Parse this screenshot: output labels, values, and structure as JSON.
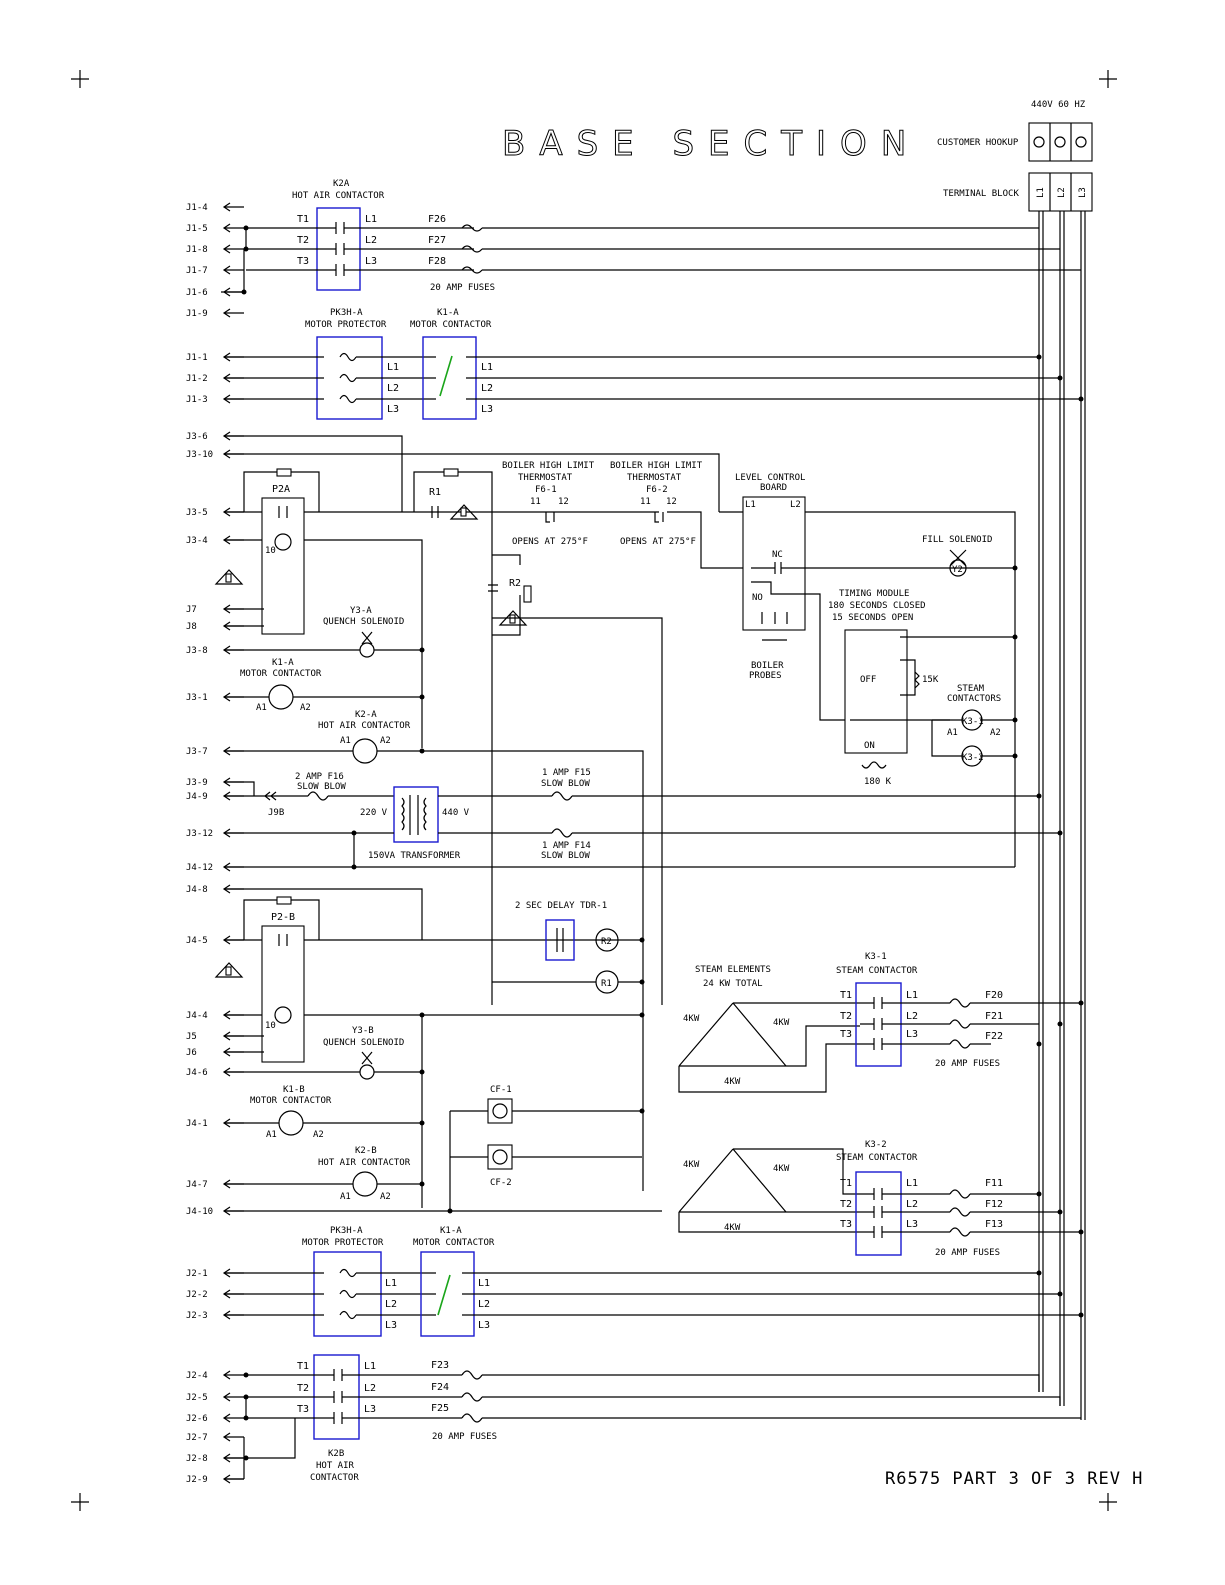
{
  "title": "BASE SECTION",
  "footer": "R6575 PART 3 OF 3 REV H",
  "supply": {
    "voltage": "440V 60 HZ",
    "customer_hookup": "CUSTOMER HOOKUP",
    "terminal_block": "TERMINAL BLOCK",
    "terminals": [
      "L1",
      "L2",
      "L3"
    ]
  },
  "connectors": {
    "j1": [
      "J1-4",
      "J1-5",
      "J1-8",
      "J1-7",
      "J1-6",
      "J1-9",
      "J1-1",
      "J1-2",
      "J1-3"
    ],
    "j3": [
      "J3-6",
      "J3-10",
      "J3-5",
      "J3-4",
      "J7",
      "J8",
      "J3-8",
      "J3-1",
      "J3-7",
      "J3-9",
      "J3-12"
    ],
    "j4": [
      "J4-9",
      "J4-12",
      "J4-8",
      "J4-5",
      "J4-4",
      "J5",
      "J6",
      "J4-6",
      "J4-1",
      "J4-7",
      "J4-10"
    ],
    "j2": [
      "J2-1",
      "J2-2",
      "J2-3",
      "J2-4",
      "J2-5",
      "J2-6",
      "J2-7",
      "J2-8",
      "J2-9"
    ],
    "jumper": "J9B"
  },
  "components": {
    "k2a": {
      "id": "K2A",
      "name": "HOT AIR CONTACTOR",
      "terminals": [
        "T1",
        "T2",
        "T3",
        "L1",
        "L2",
        "L3"
      ]
    },
    "fuses_top": {
      "ids": [
        "F26",
        "F27",
        "F28"
      ],
      "rating": "20 AMP FUSES"
    },
    "pk3h_a": {
      "id": "PK3H-A",
      "name": "MOTOR PROTECTOR",
      "terminals": [
        "L1",
        "L2",
        "L3"
      ]
    },
    "k1a_top": {
      "id": "K1-A",
      "name": "MOTOR CONTACTOR",
      "terminals": [
        "L1",
        "L2",
        "L3"
      ]
    },
    "p2a": {
      "id": "P2A"
    },
    "r1": {
      "id": "R1"
    },
    "r2": {
      "id": "R2"
    },
    "contact_pins": [
      "10"
    ],
    "thermo1": {
      "name": "BOILER HIGH LIMIT",
      "name2": "THERMOSTAT",
      "id": "F6-1",
      "pins": [
        "11",
        "12"
      ],
      "note": "OPENS AT 275°F"
    },
    "thermo2": {
      "name": "BOILER HIGH LIMIT",
      "name2": "THERMOSTAT",
      "id": "F6-2",
      "pins": [
        "11",
        "12"
      ],
      "note": "OPENS AT 275°F"
    },
    "lcb": {
      "name": "LEVEL CONTROL",
      "name2": "BOARD",
      "terminals": [
        "L1",
        "L2"
      ],
      "nc": "NC",
      "no": "NO"
    },
    "probes": {
      "name": "BOILER",
      "name2": "PROBES"
    },
    "fill": {
      "name": "FILL SOLENOID",
      "id": "Y2"
    },
    "timing": {
      "name": "TIMING MODULE",
      "line2": "180 SECONDS CLOSED",
      "line3": "15 SECONDS OPEN",
      "off": "OFF",
      "on": "ON",
      "res1": "15K",
      "res2": "180 K"
    },
    "steam_contactors": {
      "name": "STEAM",
      "name2": "CONTACTORS",
      "coils": [
        "K3-1",
        "K3-2"
      ],
      "a1": "A1",
      "a2": "A2"
    },
    "y3a": {
      "id": "Y3-A",
      "name": "QUENCH SOLENOID"
    },
    "k1a_coil": {
      "id": "K1-A",
      "name": "MOTOR CONTACTOR",
      "a1": "A1",
      "a2": "A2"
    },
    "k2a_coil": {
      "id": "K2-A",
      "name": "HOT AIR CONTACTOR",
      "a1": "A1",
      "a2": "A2"
    },
    "f16": {
      "id": "2 AMP F16",
      "type": "SLOW BLOW"
    },
    "transformer": {
      "name": "150VA TRANSFORMER",
      "primary": "220 V",
      "secondary": "440 V"
    },
    "f15": {
      "id": "1 AMP F15",
      "type": "SLOW BLOW"
    },
    "f14": {
      "id": "1 AMP F14",
      "type": "SLOW BLOW"
    },
    "p2b": {
      "id": "P2-B"
    },
    "tdr": {
      "name": "2 SEC DELAY TDR-1"
    },
    "relays": [
      "R2",
      "R1"
    ],
    "y3b": {
      "id": "Y3-B",
      "name": "QUENCH SOLENOID"
    },
    "k1b_coil": {
      "id": "K1-B",
      "name": "MOTOR CONTACTOR"
    },
    "k2b_coil": {
      "id": "K2-B",
      "name": "HOT AIR CONTACTOR"
    },
    "fans": [
      "CF-1",
      "CF-2"
    ],
    "steam_elements": {
      "name": "STEAM ELEMENTS",
      "total": "24 KW TOTAL",
      "kw": "4KW"
    },
    "k3_1": {
      "id": "K3-1",
      "name": "STEAM CONTACTOR",
      "terminals": [
        "T1",
        "T2",
        "T3",
        "L1",
        "L2",
        "L3"
      ]
    },
    "fuses_k31": {
      "ids": [
        "F20",
        "F21",
        "F22"
      ],
      "rating": "20 AMP FUSES"
    },
    "k3_2": {
      "id": "K3-2",
      "name": "STEAM CONTACTOR"
    },
    "fuses_k32": {
      "ids": [
        "F11",
        "F12",
        "F13"
      ],
      "rating": "20 AMP FUSES"
    },
    "pk3h_b": {
      "id": "PK3H-A",
      "name": "MOTOR PROTECTOR"
    },
    "k1a_bot": {
      "id": "K1-A",
      "name": "MOTOR CONTACTOR"
    },
    "k2b": {
      "id": "K2B",
      "name": "HOT AIR",
      "name2": "CONTACTOR"
    },
    "fuses_bot": {
      "ids": [
        "F23",
        "F24",
        "F25"
      ],
      "rating": "20 AMP FUSES"
    }
  }
}
